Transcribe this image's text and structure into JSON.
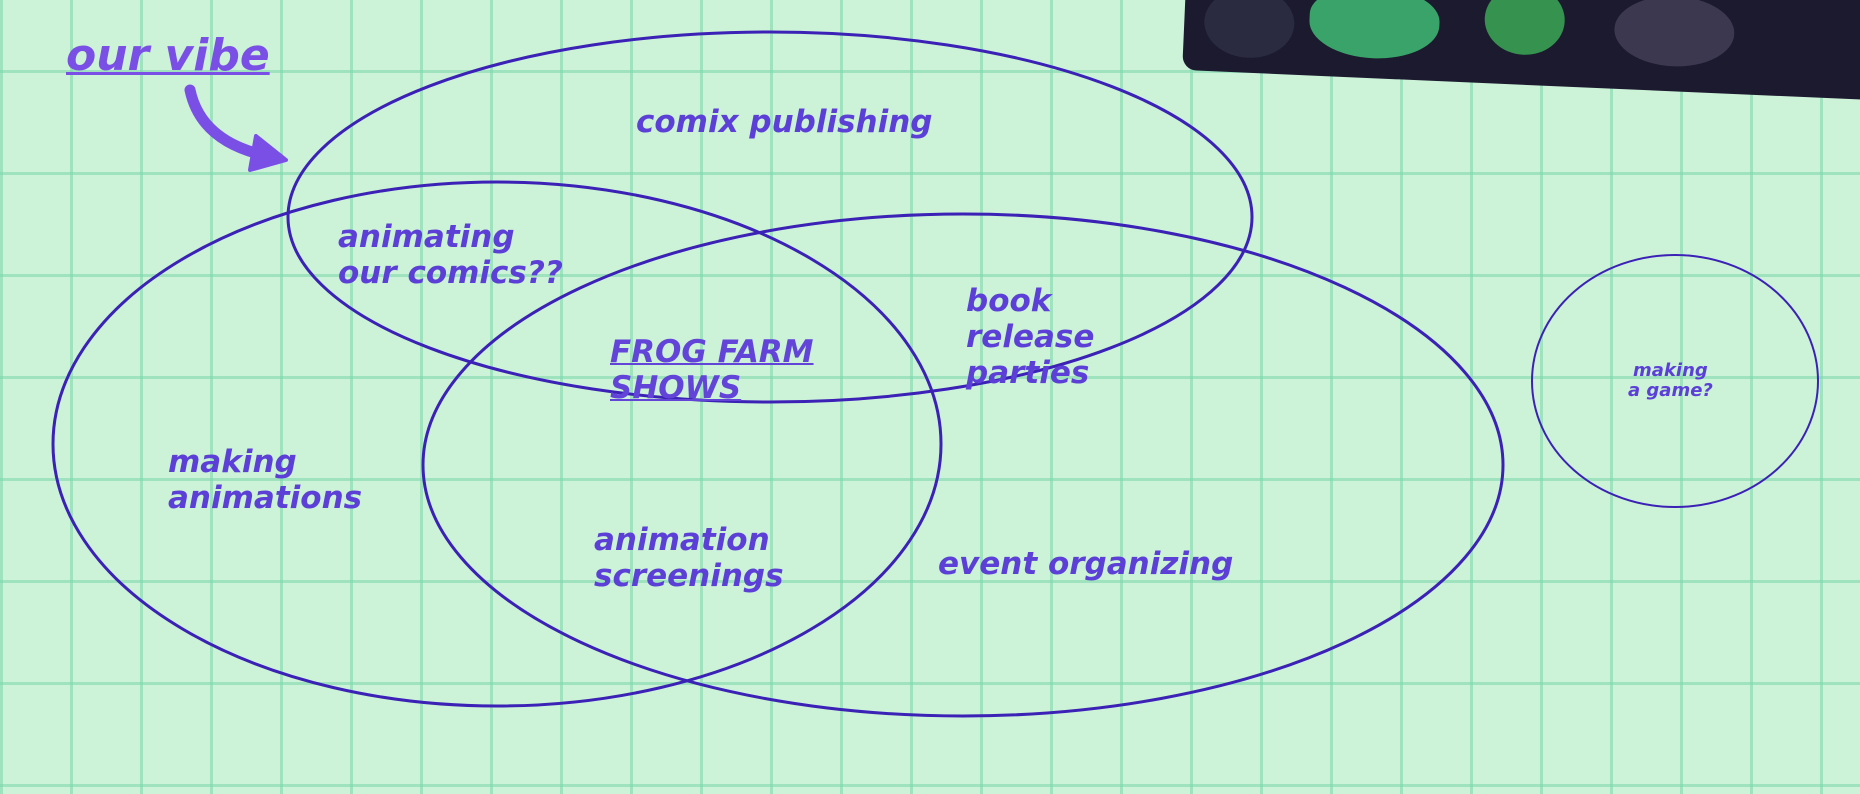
{
  "title": "our vibe",
  "colors": {
    "background": "#ccf2d8",
    "grid": "#7fd6aa",
    "outline": "#3b21b5",
    "label": "#5b3fd6",
    "title": "#7a4fe6",
    "arrow": "#7a4fe6"
  },
  "icons": {
    "arrow": "curved-arrow-icon"
  },
  "circles": {
    "top": "comix publishing",
    "left": "making\nanimations",
    "right": "event organizing",
    "isolated": "making\na game?"
  },
  "overlaps": {
    "top_left": "animating\nour comics??",
    "top_right": "book\nrelease\nparties",
    "left_right": "animation\nscreenings",
    "center": "FROG FARM\nSHOWS"
  }
}
